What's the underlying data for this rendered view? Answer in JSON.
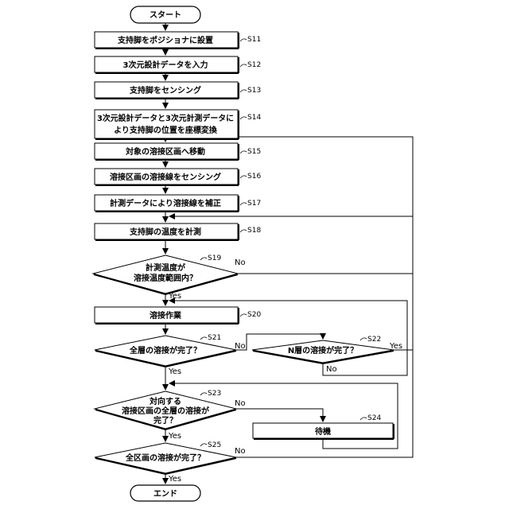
{
  "start": "スタート",
  "end": "エンド",
  "steps": {
    "s11": {
      "id": "S11",
      "text": "支持脚をポジショナに設置"
    },
    "s12": {
      "id": "S12",
      "text": "3次元設計データを入力"
    },
    "s13": {
      "id": "S13",
      "text": "支持脚をセンシング"
    },
    "s14": {
      "id": "S14",
      "line1": "3次元設計データと3次元計測データに",
      "line2": "より支持脚の位置を座標変換"
    },
    "s15": {
      "id": "S15",
      "text": "対象の溶接区画へ移動"
    },
    "s16": {
      "id": "S16",
      "text": "溶接区画の溶接線をセンシング"
    },
    "s17": {
      "id": "S17",
      "text": "計測データにより溶接線を補正"
    },
    "s18": {
      "id": "S18",
      "text": "支持脚の温度を計測"
    },
    "s19": {
      "id": "S19",
      "line1": "計測温度が",
      "line2": "溶接温度範囲内？"
    },
    "s20": {
      "id": "S20",
      "text": "溶接作業"
    },
    "s21": {
      "id": "S21",
      "text": "全層の溶接が完了？"
    },
    "s22": {
      "id": "S22",
      "text": "N層の溶接が完了？"
    },
    "s23": {
      "id": "S23",
      "line1": "対向する",
      "line2": "溶接区画の全層の溶接が",
      "line3": "完了？"
    },
    "s24": {
      "id": "S24",
      "text": "待機"
    },
    "s25": {
      "id": "S25",
      "text": "全区画の溶接が完了？"
    }
  },
  "labels": {
    "yes": "Yes",
    "no": "No"
  }
}
